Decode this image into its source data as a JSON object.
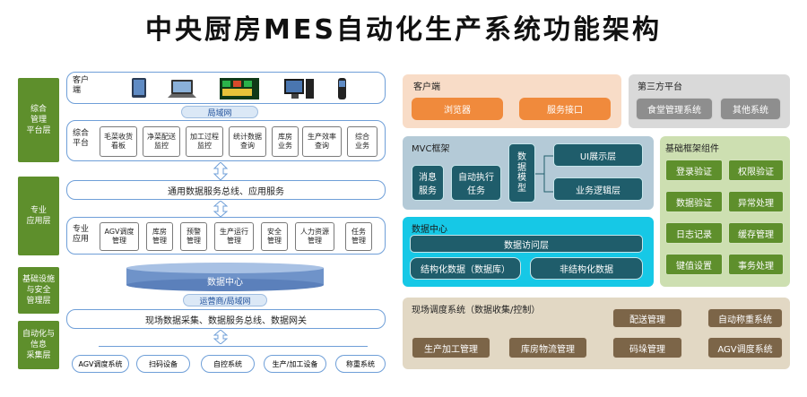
{
  "title": "中央厨房MES自动化生产系统功能架构",
  "left": {
    "layers": [
      "综合\n管理\n平台层",
      "专业\n应用层",
      "基础设施\n与安全\n管理层",
      "自动化与\n信息\n采集层"
    ],
    "client_label": "客户\n端",
    "lan_label": "局域网",
    "platform_label": "综合\n平台",
    "platform_items": [
      "毛菜收货\n看板",
      "净菜配送\n监控",
      "加工过程\n监控",
      "统计数据\n查询",
      "库房\n业务",
      "生产效率\n查询",
      "综合\n业务"
    ],
    "bus_label": "通用数据服务总线、应用服务",
    "app_label": "专业\n应用",
    "app_items": [
      "AGV调度\n管理",
      "库房\n管理",
      "预警\n管理",
      "生产运行\n管理",
      "安全\n管理",
      "人力资源\n管理",
      "任务\n管理"
    ],
    "datacenter_label": "数据中心",
    "carrier_label": "运营商/局域网",
    "field_label": "现场数据采集、数据服务总线、数据网关",
    "devices": [
      "AGV调度系统",
      "扫码设备",
      "自控系统",
      "生产/加工设备",
      "称重系统"
    ]
  },
  "right": {
    "client": {
      "title": "客户端",
      "buttons": [
        "浏览器",
        "服务接口"
      ]
    },
    "third": {
      "title": "第三方平台",
      "buttons": [
        "食堂管理系统",
        "其他系统"
      ]
    },
    "mvc": {
      "title": "MVC框架",
      "msg": "消息\n服务",
      "auto": "自动执行\n任务",
      "model": "数\n据\n模\n型",
      "ui": "UI展示层",
      "biz": "业务逻辑层"
    },
    "framework": {
      "title": "基础框架组件",
      "items": [
        "登录验证",
        "权限验证",
        "数据验证",
        "异常处理",
        "日志记录",
        "缓存管理",
        "键值设置",
        "事务处理"
      ]
    },
    "datacenter": {
      "title": "数据中心",
      "access": "数据访问层",
      "struct": "结构化数据（数据库）",
      "unstruct": "非结构化数据"
    },
    "field": {
      "title": "现场调度系统（数据收集/控制）",
      "buttons": [
        "配送管理",
        "自动称重系统",
        "生产加工管理",
        "库房物流管理",
        "码垛管理",
        "AGV调度系统"
      ]
    }
  },
  "colors": {
    "green": "#5e8f2c",
    "blue_border": "#6f9fd8",
    "orange": "#f08a3c",
    "teal": "#1f5d6b",
    "cyan": "#16c8e6",
    "brown": "#7c6548"
  }
}
